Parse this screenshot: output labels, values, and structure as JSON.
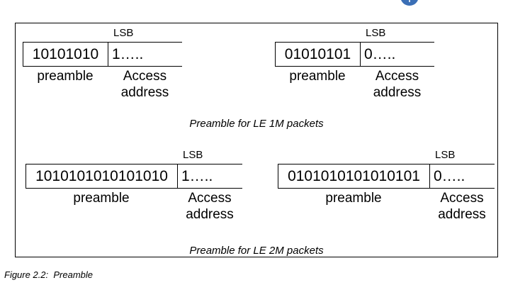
{
  "badge": {
    "name": "blue-circle-badge",
    "color": "#3b6fb6",
    "glyph": "i"
  },
  "figure": {
    "label": "Figure 2.2:  Preamble",
    "rows": [
      {
        "id": "le-1m",
        "caption": "Preamble for LE 1M packets",
        "groups": [
          {
            "id": "le1m-left",
            "lsb_label": "LSB",
            "preamble_bits": "10101010",
            "access_bits": "1…..",
            "preamble_caption": "preamble",
            "access_caption_line1": "Access",
            "access_caption_line2": "address"
          },
          {
            "id": "le1m-right",
            "lsb_label": "LSB",
            "preamble_bits": "01010101",
            "access_bits": "0…..",
            "preamble_caption": "preamble",
            "access_caption_line1": "Access",
            "access_caption_line2": "address"
          }
        ]
      },
      {
        "id": "le-2m",
        "caption": "Preamble for LE 2M packets",
        "groups": [
          {
            "id": "le2m-left",
            "lsb_label": "LSB",
            "preamble_bits": "1010101010101010",
            "access_bits": "1…..",
            "preamble_caption": "preamble",
            "access_caption_line1": "Access",
            "access_caption_line2": "address"
          },
          {
            "id": "le2m-right",
            "lsb_label": "LSB",
            "preamble_bits": "0101010101010101",
            "access_bits": "0…..",
            "preamble_caption": "preamble",
            "access_caption_line1": "Access",
            "access_caption_line2": "address"
          }
        ]
      }
    ]
  }
}
